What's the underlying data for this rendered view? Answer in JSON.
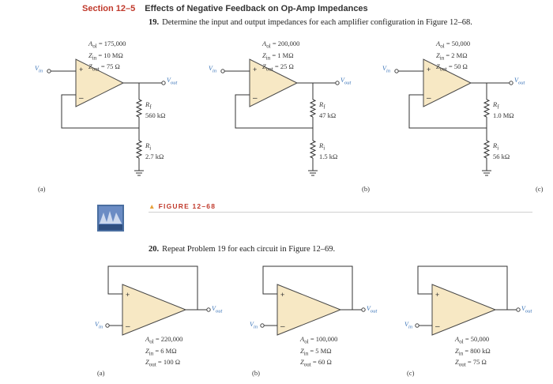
{
  "header": {
    "section_label": "Section 12–5",
    "section_title": "Effects of Negative Feedback on Op-Amp Impedances"
  },
  "problem19": {
    "number": "19.",
    "text": "Determine the input and output impedances for each amplifier configuration in Figure 12–68."
  },
  "figure68": {
    "caption": "FIGURE 12–68",
    "circuits": [
      {
        "params": [
          "A_ol = 175,000",
          "Z_in = 10 MΩ",
          "Z_out = 75 Ω"
        ],
        "rf_label": "R_f",
        "rf_value": "560 kΩ",
        "ri_label": "R_i",
        "ri_value": "2.7 kΩ",
        "vin": "V_in",
        "vout": "V_out",
        "part": "(a)"
      },
      {
        "params": [
          "A_ol = 200,000",
          "Z_in = 1 MΩ",
          "Z_out = 25 Ω"
        ],
        "rf_label": "R_f",
        "rf_value": "47 kΩ",
        "ri_label": "R_i",
        "ri_value": "1.5 kΩ",
        "vin": "V_in",
        "vout": "V_out",
        "part": "(b)"
      },
      {
        "params": [
          "A_ol = 50,000",
          "Z_in = 2 MΩ",
          "Z_out = 50 Ω"
        ],
        "rf_label": "R_f",
        "rf_value": "1.0 MΩ",
        "ri_label": "R_i",
        "ri_value": "56 kΩ",
        "vin": "V_in",
        "vout": "V_out",
        "part": "(c)"
      }
    ]
  },
  "problem20": {
    "number": "20.",
    "text": "Repeat Problem 19 for each circuit in Figure 12–69."
  },
  "figure69": {
    "circuits": [
      {
        "params": [
          "A_ol = 220,000",
          "Z_in = 6 MΩ",
          "Z_out = 100 Ω"
        ],
        "vin": "V_in",
        "vout": "V_out",
        "part": "(a)"
      },
      {
        "params": [
          "A_ol = 100,000",
          "Z_in = 5 MΩ",
          "Z_out = 60 Ω"
        ],
        "vin": "V_in",
        "vout": "V_out",
        "part": "(b)"
      },
      {
        "params": [
          "A_ol = 50,000",
          "Z_in = 800 kΩ",
          "Z_out = 75 Ω"
        ],
        "vin": "V_in",
        "vout": "V_out",
        "part": "(c)"
      }
    ]
  },
  "logo": {
    "icon": "multisim-icon"
  },
  "colors": {
    "opamp_fill": "#f7e8c4",
    "accent_red": "#c0392b",
    "node_blue": "#3b74b8"
  }
}
